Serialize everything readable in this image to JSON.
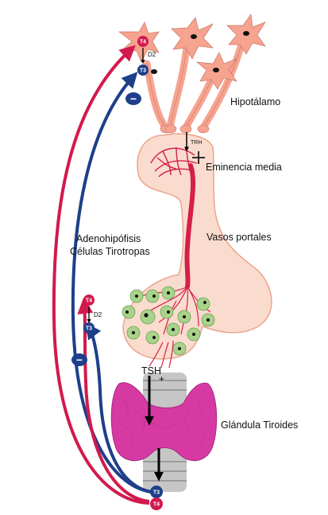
{
  "labels": {
    "hypothalamus": "Hipotálamo",
    "trh": "TRH",
    "median_eminence": "Eminencia media",
    "portal_vessels": "Vasos portales",
    "adenohypophysis_line1": "Adenohipófisis",
    "adenohypophysis_line2": "Células Tirotropas",
    "tsh": "TSH",
    "plus_sign": "+",
    "thyroid": "Glándula Tiroides"
  },
  "hormones": {
    "t4": "T4",
    "t3": "T3",
    "d2": "D2",
    "minus": "−"
  },
  "colors": {
    "t4_red": "#d2194d",
    "t3_blue": "#1e3f8a",
    "neuron": "#f6a38f",
    "pituitary": "#fadcce",
    "pituitary_outline": "#e9a48e",
    "vessel": "#d41f4a",
    "thyrotrope_cell": "#a9d28b",
    "thyroid": "#d63aa2",
    "trachea": "#b9b9b9"
  }
}
